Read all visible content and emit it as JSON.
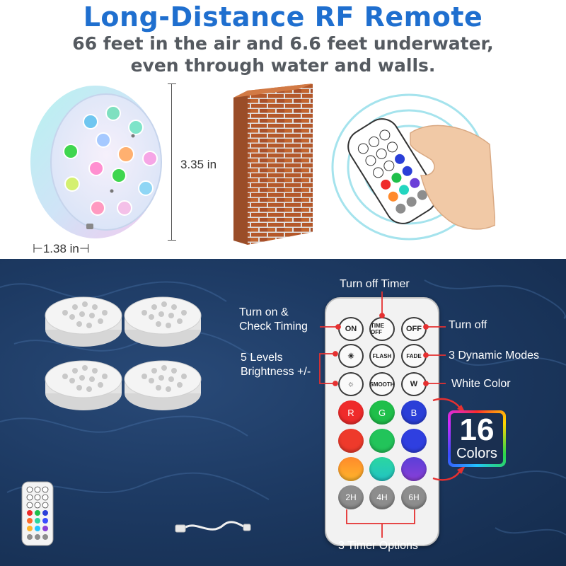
{
  "header": {
    "title": "Long-Distance RF Remote",
    "subtitle_line1": "66 feet in the air and 6.6 feet underwater,",
    "subtitle_line2": "even through water and walls."
  },
  "dimensions": {
    "height": "3.35 in",
    "width": "1.38 in"
  },
  "remote": {
    "row1": [
      "ON",
      "TIME OFF",
      "OFF"
    ],
    "row2": [
      "FLASH",
      "FADE"
    ],
    "row3": [
      "SMOOTH",
      "W"
    ],
    "color_row1": [
      "R",
      "G",
      "B"
    ],
    "timers": [
      "2H",
      "4H",
      "6H"
    ]
  },
  "callouts": {
    "turn_off_timer": "Turn off Timer",
    "turn_on_line1": "Turn on &",
    "turn_on_line2": "Check Timing",
    "turn_off": "Turn off",
    "levels_line1": "5 Levels",
    "levels_line2": "Brightness +/-",
    "dynamic_modes": "3 Dynamic Modes",
    "white_color": "White Color",
    "timer_options": "3 Timer Options"
  },
  "badge": {
    "number": "16",
    "text": "Colors"
  },
  "colors": {
    "title_blue": "#1f6fcf",
    "red": "#ef2b2b",
    "green": "#1fbf4a",
    "blue": "#2a3fd8"
  }
}
